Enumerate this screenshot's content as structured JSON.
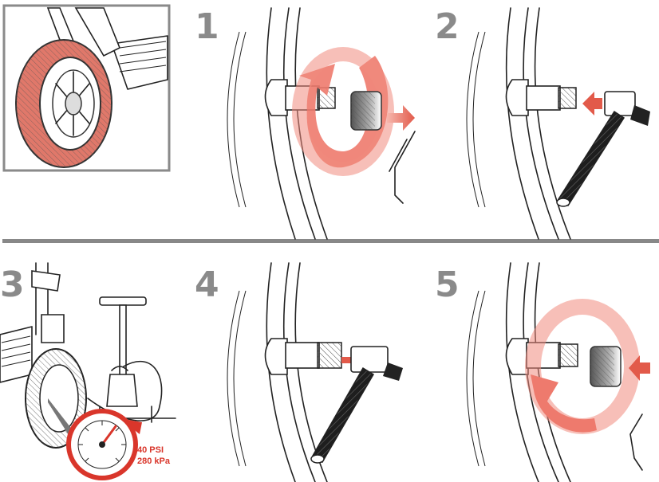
{
  "steps": [
    {
      "number": "1"
    },
    {
      "number": "2"
    },
    {
      "number": "3"
    },
    {
      "number": "4"
    },
    {
      "number": "5"
    }
  ],
  "gauge": {
    "psi_label": "40 PSI",
    "kpa_label": "280 kPa"
  },
  "colors": {
    "accent": "#d9362b",
    "accent_light": "#f08a7e",
    "step_number": "#8a8a8a",
    "divider": "#888888",
    "tire": "#e0786a"
  }
}
